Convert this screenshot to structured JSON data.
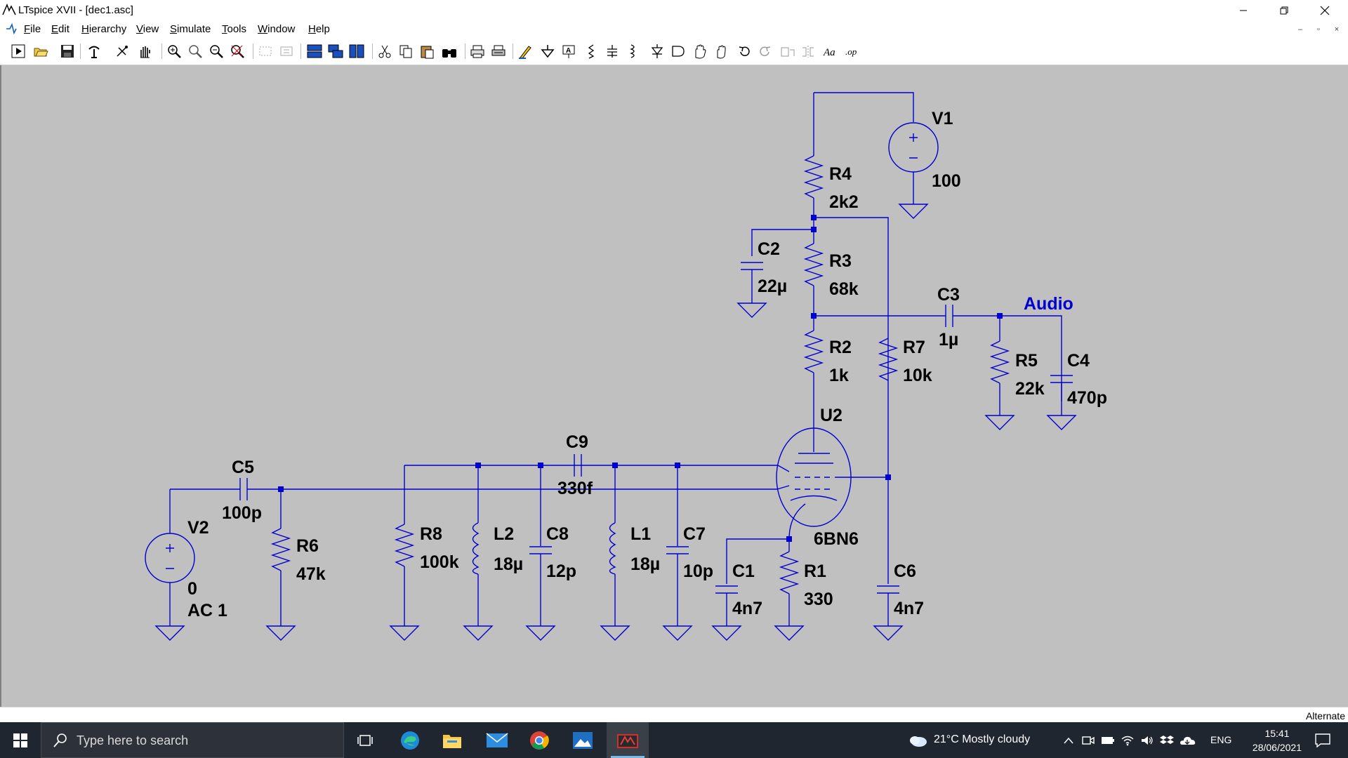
{
  "window": {
    "title": "LTspice XVII - [dec1.asc]",
    "controls": {
      "minimize": "–",
      "restore": "❐",
      "close": "✕"
    }
  },
  "menu": {
    "items": [
      "File",
      "Edit",
      "Hierarchy",
      "View",
      "Simulate",
      "Tools",
      "Window",
      "Help"
    ],
    "mdi_controls": [
      "–",
      "▫",
      "×"
    ]
  },
  "toolbar": {
    "tools": [
      "run-icon",
      "open-icon",
      "save-icon",
      "control-panel-icon",
      "halt-icon",
      "pan-icon",
      "zoom-in-icon",
      "zoom-area-icon",
      "zoom-out-icon",
      "zoom-fit-icon",
      "autorange-icon",
      "mark-icon",
      "tile-horizontal-icon",
      "cascade-icon",
      "tile-vertical-icon",
      "cut-icon",
      "copy-icon",
      "paste-icon",
      "find-icon",
      "print-icon",
      "print-setup-icon",
      "draw-wire-icon",
      "ground-icon",
      "label-net-icon",
      "resistor-icon",
      "capacitor-icon",
      "inductor-icon",
      "diode-icon",
      "component-icon",
      "move-icon",
      "drag-icon",
      "undo-icon",
      "redo-icon",
      "rotate-icon",
      "mirror-icon",
      "text-icon",
      "spice-directive-icon"
    ]
  },
  "schematic": {
    "wire_color": "#0000d0",
    "label_color": "#000000",
    "components": {
      "V1": {
        "name": "V1",
        "value": "100"
      },
      "V2": {
        "name": "V2",
        "value": "0",
        "ac": "AC 1"
      },
      "R1": {
        "name": "R1",
        "value": "330"
      },
      "R2": {
        "name": "R2",
        "value": "1k"
      },
      "R3": {
        "name": "R3",
        "value": "68k"
      },
      "R4": {
        "name": "R4",
        "value": "2k2"
      },
      "R5": {
        "name": "R5",
        "value": "22k"
      },
      "R6": {
        "name": "R6",
        "value": "47k"
      },
      "R7": {
        "name": "R7",
        "value": "10k"
      },
      "R8": {
        "name": "R8",
        "value": "100k"
      },
      "C1": {
        "name": "C1",
        "value": "4n7"
      },
      "C2": {
        "name": "C2",
        "value": "22µ"
      },
      "C3": {
        "name": "C3",
        "value": "1µ"
      },
      "C4": {
        "name": "C4",
        "value": "470p"
      },
      "C5": {
        "name": "C5",
        "value": "100p"
      },
      "C6": {
        "name": "C6",
        "value": "4n7"
      },
      "C7": {
        "name": "C7",
        "value": "10p"
      },
      "C8": {
        "name": "C8",
        "value": "12p"
      },
      "C9": {
        "name": "C9",
        "value": "330f"
      },
      "L1": {
        "name": "L1",
        "value": "18µ"
      },
      "L2": {
        "name": "L2",
        "value": "18µ"
      },
      "U2": {
        "name": "U2",
        "value": "6BN6"
      }
    },
    "net_label": "Audio"
  },
  "status": {
    "right_text": "Alternate"
  },
  "taskbar": {
    "search_placeholder": "Type here to search",
    "weather": "21°C  Mostly cloudy",
    "language": "ENG",
    "time": "15:41",
    "date": "28/06/2021"
  }
}
